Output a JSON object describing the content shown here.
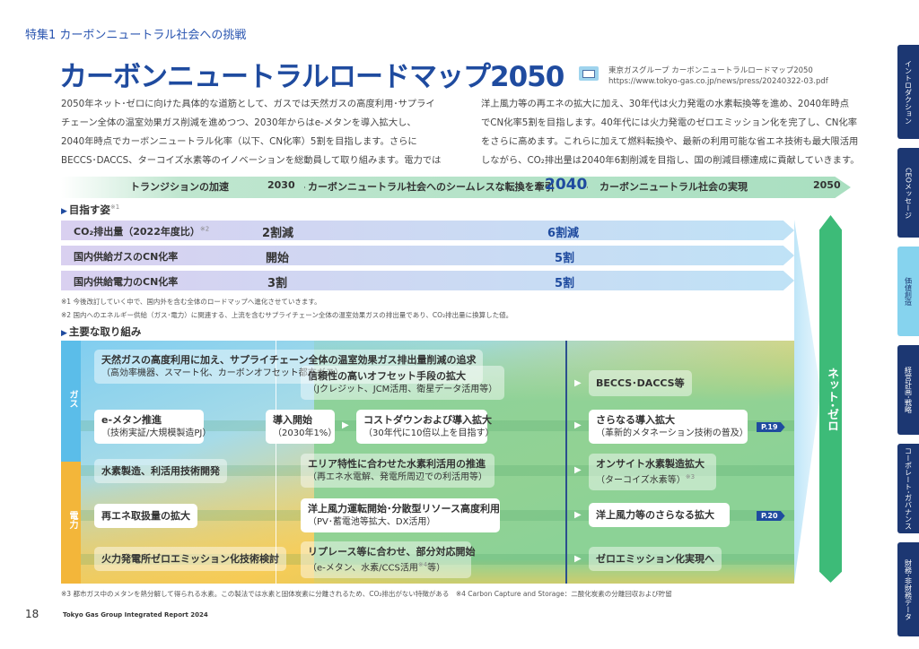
{
  "header": "特集1  カーボンニュートラル社会への挑戦",
  "title": "カーボンニュートラルロードマップ2050",
  "link": {
    "label": "東京ガスグループ カーボンニュートラルロードマップ2050",
    "url": "https://www.tokyo-gas.co.jp/news/press/20240322-03.pdf"
  },
  "intro_left": [
    "2050年ネット･ゼロに向けた具体的な道筋として、ガスでは天然ガスの高度利用･サプライ",
    "チェーン全体の温室効果ガス削減を進めつつ、2030年からはe-メタンを導入拡大し、",
    "2040年時点でカーボンニュートラル化率（以下、CN化率）5割を目指します。さらに",
    "BECCS･DACCS、ターコイズ水素等のイノベーションを総動員して取り組みます。電力では"
  ],
  "intro_right": [
    "洋上風力等の再エネの拡大に加え、30年代は火力発電の水素転換等を進め、2040年時点",
    "でCN化率5割を目指します。40年代には火力発電のゼロエミッション化を完了し、CN化率",
    "をさらに高めます。これらに加えて燃料転換や、最新の利用可能な省エネ技術も最大限活用",
    "しながら、CO₂排出量は2040年6割削減を目指し、国の削減目標達成に貢献していきます。"
  ],
  "timeline": {
    "p1": "トランジションの加速",
    "y1": "2030",
    "p2": "カーボンニュートラル社会へのシームレスな転換を牽引",
    "y2": "2040",
    "p3": "カーボンニュートラル社会の実現",
    "y3": "2050"
  },
  "targets": {
    "heading": "目指す姿",
    "note": "※1",
    "rows": [
      {
        "label": "CO₂排出量（2022年度比）",
        "note": "※2",
        "v2030": "2割減",
        "v2040": "6割減"
      },
      {
        "label": "国内供給ガスのCN化率",
        "v2030": "開始",
        "v2040": "5割"
      },
      {
        "label": "国内供給電力のCN化率",
        "v2030": "3割",
        "v2040": "5割"
      }
    ]
  },
  "footnotes": [
    "※1 今後改訂していく中で、国内外を含む全体のロードマップへ進化させていきます。",
    "※2 国内へのエネルギー供給（ガス･電力）に関連する、上流を含むサプライチェーン全体の温室効果ガスの排出量であり、CO₂排出量に換算した値。"
  ],
  "initiatives": {
    "heading": "主要な取り組み",
    "gas": "ガス",
    "power": "電力",
    "b1": {
      "t": "天然ガスの高度利用に加え、サプライチェーン全体の温室効果ガス排出量削減の追求",
      "s": "（高効率機器、スマート化、カーボンオフセット都市ガス）"
    },
    "b2": {
      "t": "信頼性の高いオフセット手段の拡大",
      "s": "（Jクレジット、JCM活用、衛星データ活用等）"
    },
    "b3": {
      "t": "e-メタン推進",
      "s": "（技術実証/大規模製造PJ）"
    },
    "b4": {
      "t": "導入開始",
      "s": "（2030年1%）"
    },
    "b5": {
      "t": "コストダウンおよび導入拡大",
      "s": "（30年代に10倍以上を目指す）"
    },
    "b6": {
      "t": "水素製造、利活用技術開発"
    },
    "b7": {
      "t": "エリア特性に合わせた水素利活用の推進",
      "s": "（再エネ水電解、発電所周辺での利活用等）"
    },
    "b8": {
      "t": "再エネ取扱量の拡大"
    },
    "b9": {
      "t": "洋上風力運転開始･分散型リソース高度利用",
      "s": "（PV･蓄電池等拡大、DX活用）"
    },
    "b10": {
      "t": "火力発電所ゼロエミッション化技術検討"
    },
    "b11": {
      "t": "リプレース等に合わせ、部分対応開始",
      "s": "（e-メタン、水素/CCS活用",
      "n": "※4",
      "e": "等）"
    },
    "r1": {
      "t": "BECCS･DACCS等"
    },
    "r2": {
      "t": "さらなる導入拡大",
      "s": "（革新的メタネーション技術の普及）",
      "p": "P.19"
    },
    "r3": {
      "t": "オンサイト水素製造拡大",
      "s": "（ターコイズ水素等）",
      "n": "※3"
    },
    "r4": {
      "t": "洋上風力等のさらなる拡大",
      "p": "P.20"
    },
    "r5": {
      "t": "ゼロエミッション化実現へ"
    },
    "netzero": "ネット･ゼロ"
  },
  "bottom_note": "※3 都市ガス中のメタンを熱分解して得られる水素。この製法では水素と固体炭素に分離されるため、CO₂排出がない特徴がある　※4 Carbon Capture and Storage：二酸化炭素の分離回収および貯留",
  "page_number": "18",
  "report": "Tokyo Gas Group Integrated Report 2024",
  "side_tabs": [
    "イントロダクション",
    "CEOメッセージ",
    "価値創造",
    "経営計画･戦略",
    "コーポレート･ガバナンス",
    "財務･非財務データ"
  ]
}
